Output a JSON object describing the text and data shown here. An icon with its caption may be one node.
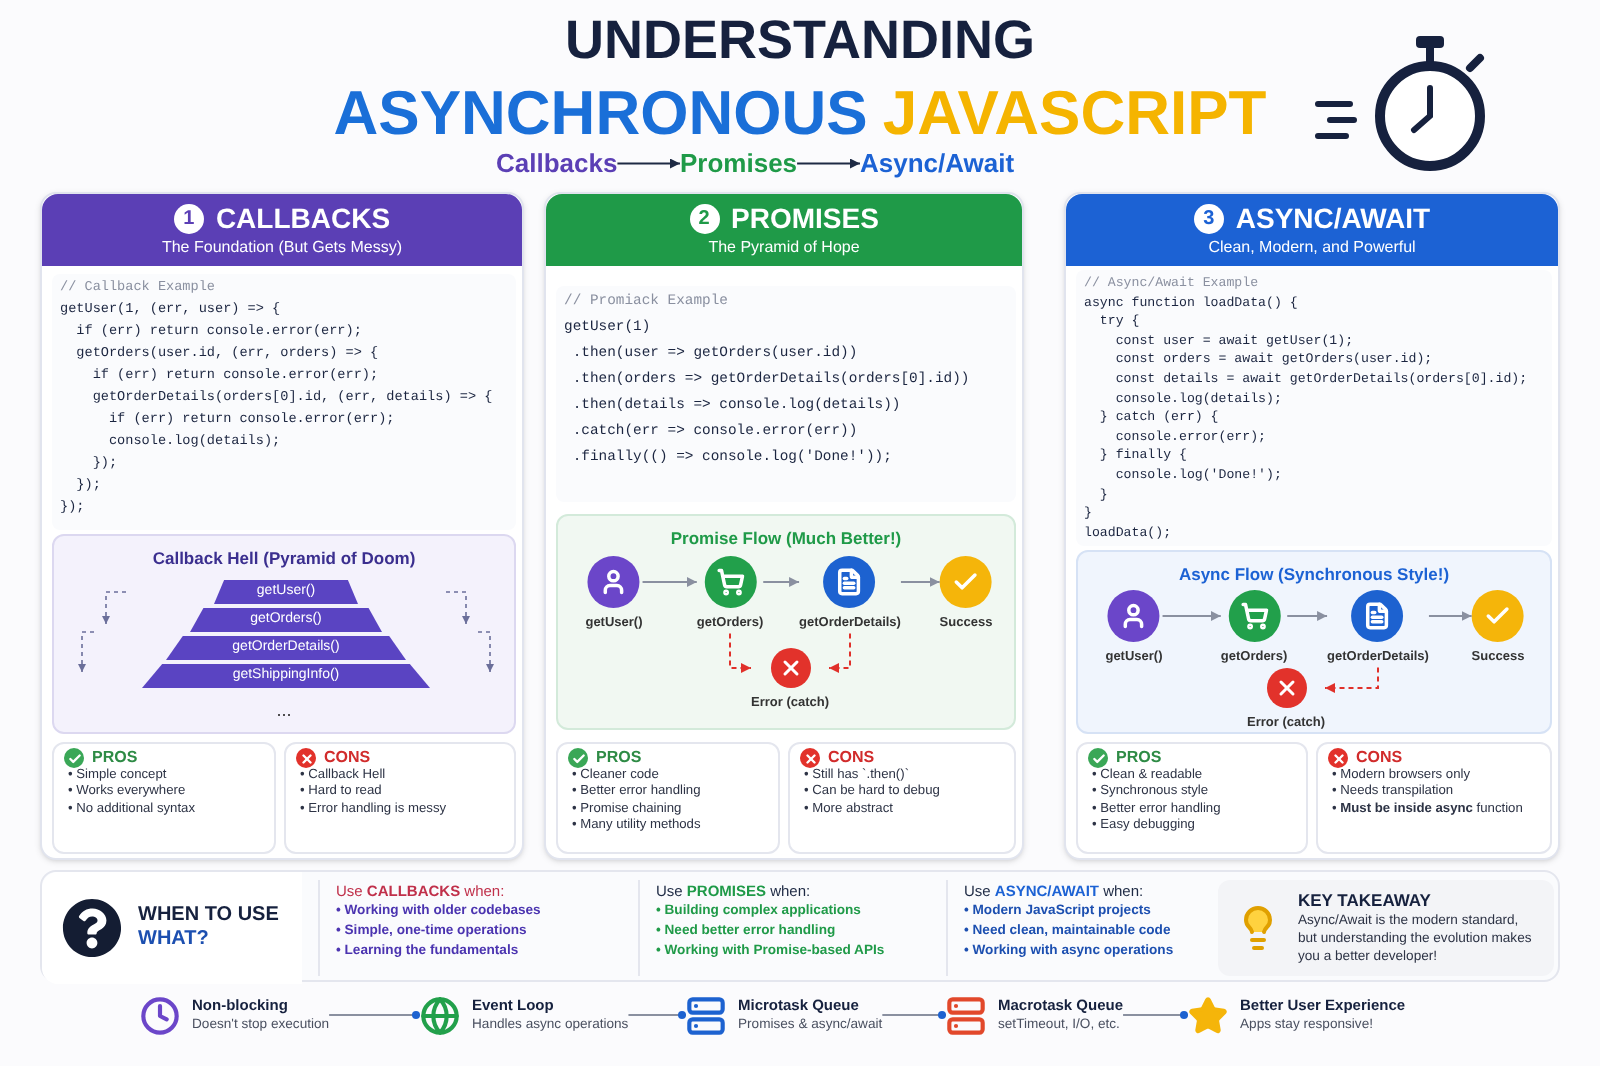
{
  "diagram": {
    "title": "UNDERSTANDING ASYNCHRONOUS JAVASCRIPT",
    "nodes": [
      {
        "text": [
          "Callbacks"
        ]
      },
      {
        "text": [
          "Promises"
        ]
      },
      {
        "text": [
          "Async/Await"
        ]
      },
      {
        "text": [
          "1",
          "CALLBACKS",
          "The Foundation (But Gets Messy)"
        ]
      },
      {
        "text": [
          "// Callback Example",
          "getUser(1, (err, user) => {",
          "  if (err) return console.error(err);",
          "  getOrders(user.id, (err, orders) => {",
          "    if (err) return console.error(err);",
          "    getOrderDetails(orders[0].id, (err, details) => {",
          "      if (err) return console.error(err);",
          "      console.log(details);",
          "    });",
          "  });",
          "});"
        ],
        "in": 3
      },
      {
        "text": [
          "Callback Hell (Pyramid of Doom)",
          "..."
        ],
        "in": 3
      },
      {
        "text": [
          "getUser()"
        ],
        "in": 5
      },
      {
        "text": [
          "getOrders()"
        ],
        "in": 5
      },
      {
        "text": [
          "getOrderDetails()"
        ],
        "in": 5
      },
      {
        "text": [
          "getShippingInfo()"
        ],
        "in": 5
      },
      {
        "text": [
          "PROS",
          "• Simple concept",
          "• Works everywhere",
          "• No additional syntax"
        ],
        "in": 3
      },
      {
        "text": [
          "CONS",
          "• Callback Hell",
          "• Hard to read",
          "• Error handling is messy"
        ],
        "in": 3
      },
      {
        "text": [
          "2",
          "PROMISES",
          "The Pyramid of Hope"
        ]
      },
      {
        "text": [
          "// Promiack Example",
          "getUser(1)",
          " .then(user => getOrders(user.id))",
          " .then(orders => getOrderDetails(orders[0].id))",
          " .then(details => console.log(details))",
          " .catch(err => console.error(err))",
          " .finally(() => console.log('Done!'));"
        ],
        "in": 12
      },
      {
        "text": [
          "Promise Flow (Much Better!)"
        ],
        "in": 12
      },
      {
        "text": [
          "getUser()"
        ],
        "in": 14
      },
      {
        "text": [
          "getOrders)"
        ],
        "in": 14
      },
      {
        "text": [
          "getOrderDetails)"
        ],
        "in": 14
      },
      {
        "text": [
          "Success"
        ],
        "in": 14
      },
      {
        "text": [
          "Error (catch)"
        ],
        "in": 14
      },
      {
        "text": [
          "PROS",
          "• Cleaner code",
          "• Better error handling",
          "• Promise chaining",
          "• Many utility methods"
        ],
        "in": 12
      },
      {
        "text": [
          "CONS",
          "• Still has `.then()`",
          "• Can be hard to debug",
          "• More abstract"
        ],
        "in": 12
      },
      {
        "text": [
          "3",
          "ASYNC/AWAIT",
          "Clean, Modern, and Powerful"
        ]
      },
      {
        "text": [
          "// Async/Await Example",
          "async function loadData() {",
          "  try {",
          "    const user = await getUser(1);",
          "    const orders = await getOrders(user.id);",
          "    const details = await getOrderDetails(orders[0].id);",
          "    console.log(details);",
          "  } catch (err) {",
          "    console.error(err);",
          "  } finally {",
          "    console.log('Done!');",
          "  }",
          "}",
          "loadData();"
        ],
        "in": 22
      },
      {
        "text": [
          "Async Flow (Synchronous Style!)"
        ],
        "in": 22
      },
      {
        "text": [
          "getUser()"
        ],
        "in": 24
      },
      {
        "text": [
          "getOrders)"
        ],
        "in": 24
      },
      {
        "text": [
          "getOrderDetails)"
        ],
        "in": 24
      },
      {
        "text": [
          "Success"
        ],
        "in": 24
      },
      {
        "text": [
          "Error (catch)"
        ],
        "in": 24
      },
      {
        "text": [
          "PROS",
          "• Clean & readable",
          "• Synchronous style",
          "• Better error handling",
          "• Easy debugging"
        ],
        "in": 22
      },
      {
        "text": [
          "CONS",
          "• Modern browsers only",
          "• Needs transpilation",
          "• **Must be inside async** function"
        ],
        "in": 22
      },
      {
        "text": [],
        "shape": "box"
      },
      {
        "text": [
          "WHEN TO USE",
          "WHAT?"
        ],
        "in": 32
      },
      {
        "text": [
          "Use **CALLBACKS** when:",
          "• Working with older codebases",
          "• Simple, one-time operations",
          "• Learning the fundamentals"
        ],
        "in": 32
      },
      {
        "text": [
          "Use **PROMISES** when:",
          "• Building complex applications",
          "• Need better error handling",
          "• Working with Promise-based APIs"
        ],
        "in": 32
      },
      {
        "text": [
          "Use **ASYNC/AWAIT** when:",
          "• Modern JavaScript projects",
          "• Need clean, maintainable code",
          "• Working with async operations"
        ],
        "in": 32
      },
      {
        "text": [
          "KEY TAKEAWAY",
          "Async/Await is the modern standard, but understanding the evolution makes you a better developer!"
        ],
        "in": 32
      },
      {
        "text": [
          "Non-blocking",
          "Doesn't stop execution"
        ]
      },
      {
        "text": [
          "Event Loop",
          "Handles async operations"
        ]
      },
      {
        "text": [
          "Microtask Queue",
          "Promises & async/await"
        ]
      },
      {
        "text": [
          "Macrotask Queue",
          "setTimeout, I/O, etc."
        ]
      },
      {
        "text": [
          "Better User Experience",
          "Apps stay responsive!"
        ]
      }
    ],
    "edges": [
      {
        "from": 0,
        "to": 1,
        "arrow": "to",
        "color": "#1e2a44"
      },
      {
        "from": 1,
        "to": 2,
        "arrow": "to",
        "color": "#1e2a44"
      },
      {
        "from": 15,
        "to": 16,
        "arrow": "to"
      },
      {
        "from": 16,
        "to": 17,
        "arrow": "to"
      },
      {
        "from": 17,
        "to": 18,
        "arrow": "to"
      },
      {
        "from": 16,
        "to": 19,
        "arrow": "to",
        "style": "dashed",
        "color": "#e0302a"
      },
      {
        "from": 17,
        "to": 19,
        "arrow": "to",
        "style": "dashed",
        "color": "#e0302a"
      },
      {
        "from": 25,
        "to": 26,
        "arrow": "to"
      },
      {
        "from": 26,
        "to": 27,
        "arrow": "to"
      },
      {
        "from": 27,
        "to": 28,
        "arrow": "to"
      },
      {
        "from": 27,
        "to": 29,
        "arrow": "to",
        "style": "dashed",
        "color": "#e0302a"
      },
      {
        "from": 38,
        "to": 39,
        "arrow": "other"
      },
      {
        "from": 39,
        "to": 40,
        "arrow": "other"
      },
      {
        "from": 40,
        "to": 41,
        "arrow": "other"
      },
      {
        "from": 41,
        "to": 42,
        "arrow": "other"
      }
    ]
  }
}
